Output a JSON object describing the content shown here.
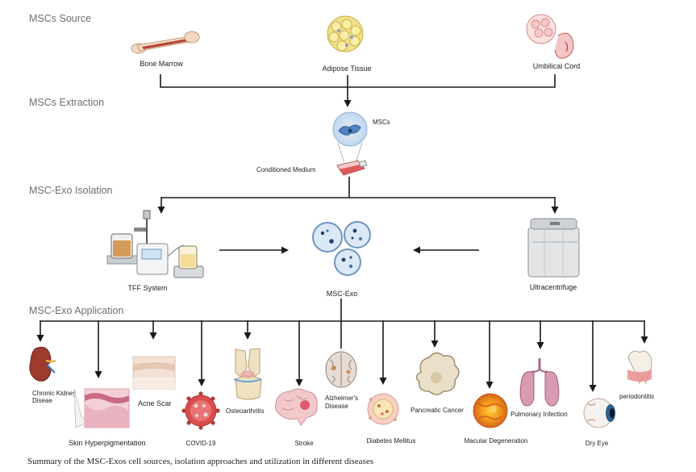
{
  "sections": {
    "source": "MSCs Source",
    "extraction": "MSCs Extraction",
    "isolation": "MSC-Exo Isolation",
    "application": "MSC-Exo Application"
  },
  "sources": {
    "bone_marrow": "Bone Marrow",
    "adipose": "Adipose Tissue",
    "umbilical": "Umbilical Cord"
  },
  "extraction": {
    "mscs": "MSCs",
    "medium": "Conditioned Medium"
  },
  "isolation": {
    "tff": "TFF System",
    "exo": "MSC-Exo",
    "ultra": "Ultracentrifuge"
  },
  "diseases": {
    "kidney_1": "Chronic Kidney",
    "kidney_2": "Diseae",
    "skin": "Skin Hyperpigmentation",
    "acne": "Acne Scar",
    "covid": "COVID-19",
    "osteo": "Osteoarthritis",
    "stroke": "Stroke",
    "alz_1": "Alzheimer's",
    "alz_2": "Disease",
    "diabetes": "Diabetes Mellitus",
    "pancreatic": "Pancreatic Cancer",
    "macular": "Macular Degeneration",
    "pulmonary": "Pulmonary Infection",
    "dryeye": "Dry Eye",
    "perio": "periodontitis"
  },
  "caption": "Summary of the MSC-Exos cell sources, isolation approaches and utilization in different diseases"
}
